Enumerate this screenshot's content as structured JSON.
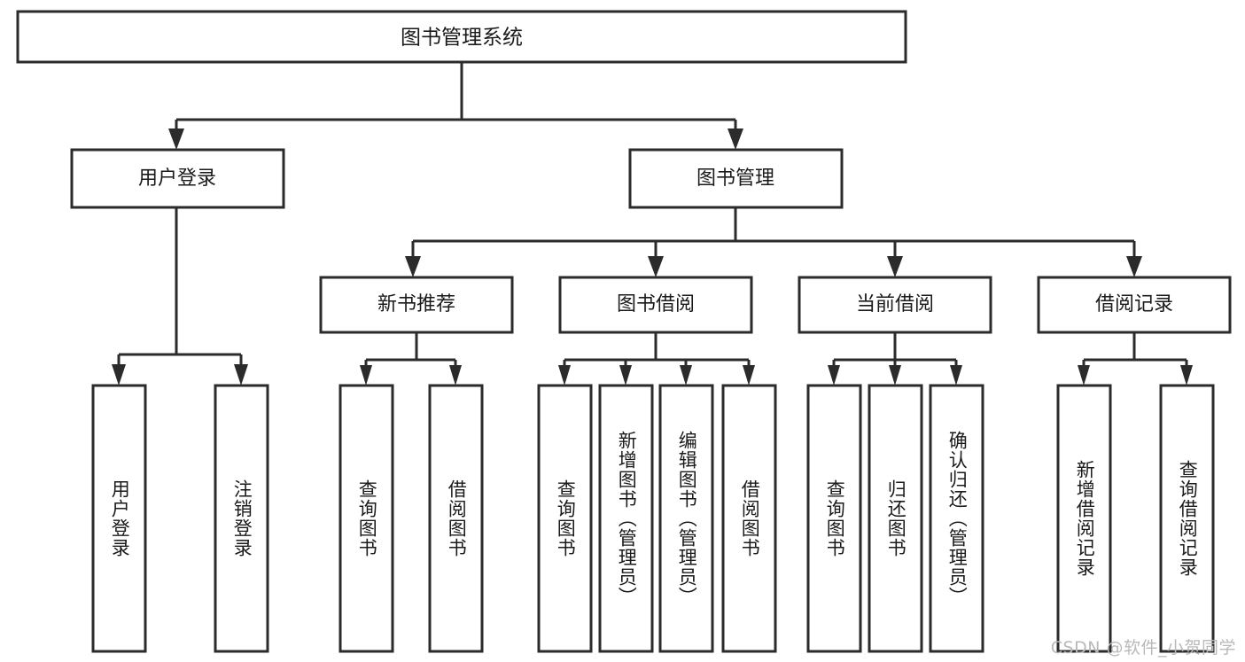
{
  "diagram": {
    "type": "tree",
    "title": "图书管理系统",
    "watermark": "CSDN @软件_小贺同学",
    "colors": {
      "stroke": "#2b2b2b",
      "fill": "#ffffff",
      "text": "#1a1a1a",
      "watermark": "#b9b9b9",
      "background": "#ffffff"
    },
    "levels": {
      "root": "图书管理系统",
      "level2": [
        "用户登录",
        "图书管理"
      ],
      "level3": [
        "新书推荐",
        "图书借阅",
        "当前借阅",
        "借阅记录"
      ]
    },
    "nodes": {
      "root": {
        "label": "图书管理系统"
      },
      "user_login": {
        "label": "用户登录"
      },
      "book_manage": {
        "label": "图书管理"
      },
      "new_book_rec": {
        "label": "新书推荐"
      },
      "book_borrow": {
        "label": "图书借阅"
      },
      "current_borrow": {
        "label": "当前借阅"
      },
      "borrow_record": {
        "label": "借阅记录"
      }
    },
    "leaves": {
      "user_login": [
        {
          "label": "用户登录"
        },
        {
          "label": "注销登录"
        }
      ],
      "new_book_rec": [
        {
          "label": "查询图书"
        },
        {
          "label": "借阅图书"
        }
      ],
      "book_borrow": [
        {
          "label": "查询图书"
        },
        {
          "label": "新增图书（管理员）"
        },
        {
          "label": "编辑图书（管理员）"
        },
        {
          "label": "借阅图书"
        }
      ],
      "current_borrow": [
        {
          "label": "查询图书"
        },
        {
          "label": "归还图书"
        },
        {
          "label": "确认归还（管理员）"
        }
      ],
      "borrow_record": [
        {
          "label": "新增借阅记录"
        },
        {
          "label": "查询借阅记录"
        }
      ]
    }
  }
}
